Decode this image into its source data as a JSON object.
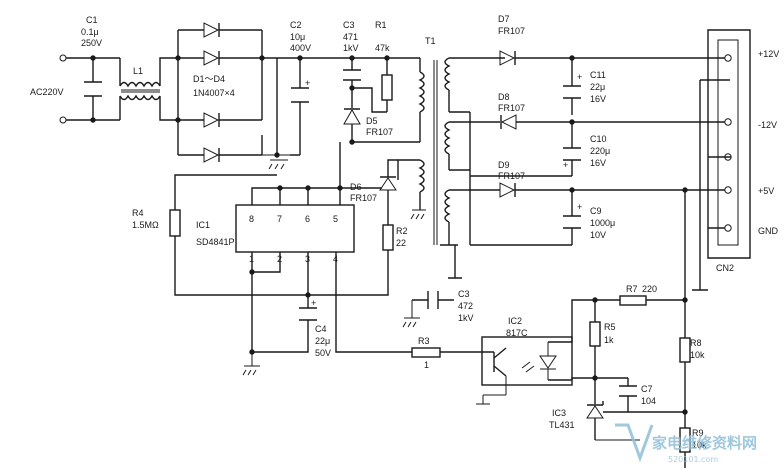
{
  "input": {
    "label": "AC220V"
  },
  "c1": {
    "name": "C1",
    "value": "0.1μ",
    "rating": "250V"
  },
  "l1": {
    "name": "L1"
  },
  "bridge": {
    "name": "D1～D4",
    "part": "1N4007×4"
  },
  "c2": {
    "name": "C2",
    "value": "10μ",
    "rating": "400V"
  },
  "c3": {
    "name": "C3",
    "value": "471",
    "rating": "1kV"
  },
  "r1": {
    "name": "R1",
    "value": "47k"
  },
  "d5": {
    "name": "D5",
    "part": "FR107"
  },
  "t1": {
    "name": "T1"
  },
  "d7": {
    "name": "D7",
    "part": "FR107"
  },
  "d8": {
    "name": "D8",
    "part": "FR107"
  },
  "d9": {
    "name": "D9",
    "part": "FR107"
  },
  "c11": {
    "name": "C11",
    "value": "22μ",
    "rating": "16V"
  },
  "c10": {
    "name": "C10",
    "value": "220μ",
    "rating": "16V"
  },
  "c9": {
    "name": "C9",
    "value": "1000μ",
    "rating": "10V"
  },
  "outputs": {
    "p12": "+12V",
    "m12": "-12V",
    "p5": "+5V",
    "gnd": "GND",
    "connector": "CN2"
  },
  "r4": {
    "name": "R4",
    "value": "1.5MΩ"
  },
  "ic1": {
    "name": "IC1",
    "part": "SD4841P",
    "pins_top": [
      "8",
      "7",
      "6",
      "5"
    ],
    "pins_bottom": [
      "1",
      "2",
      "3",
      "4"
    ]
  },
  "d6": {
    "name": "D6",
    "part": "FR107"
  },
  "r2": {
    "name": "R2",
    "value": "22"
  },
  "c3b": {
    "name": "C3",
    "value": "472",
    "rating": "1kV"
  },
  "c4": {
    "name": "C4",
    "value": "22μ",
    "rating": "50V"
  },
  "r3": {
    "name": "R3",
    "value": "1"
  },
  "ic2": {
    "name": "IC2",
    "part": "817C"
  },
  "r7": {
    "name": "R7",
    "value": "220"
  },
  "r5": {
    "name": "R5",
    "value": "1k"
  },
  "r8": {
    "name": "R8",
    "value": "10k"
  },
  "c7": {
    "name": "C7",
    "value": "104"
  },
  "ic3": {
    "name": "IC3",
    "part": "TL431"
  },
  "r9": {
    "name": "R9",
    "value": "10k"
  },
  "watermark": {
    "text": "家电维修资料网",
    "url": "520101.com"
  }
}
